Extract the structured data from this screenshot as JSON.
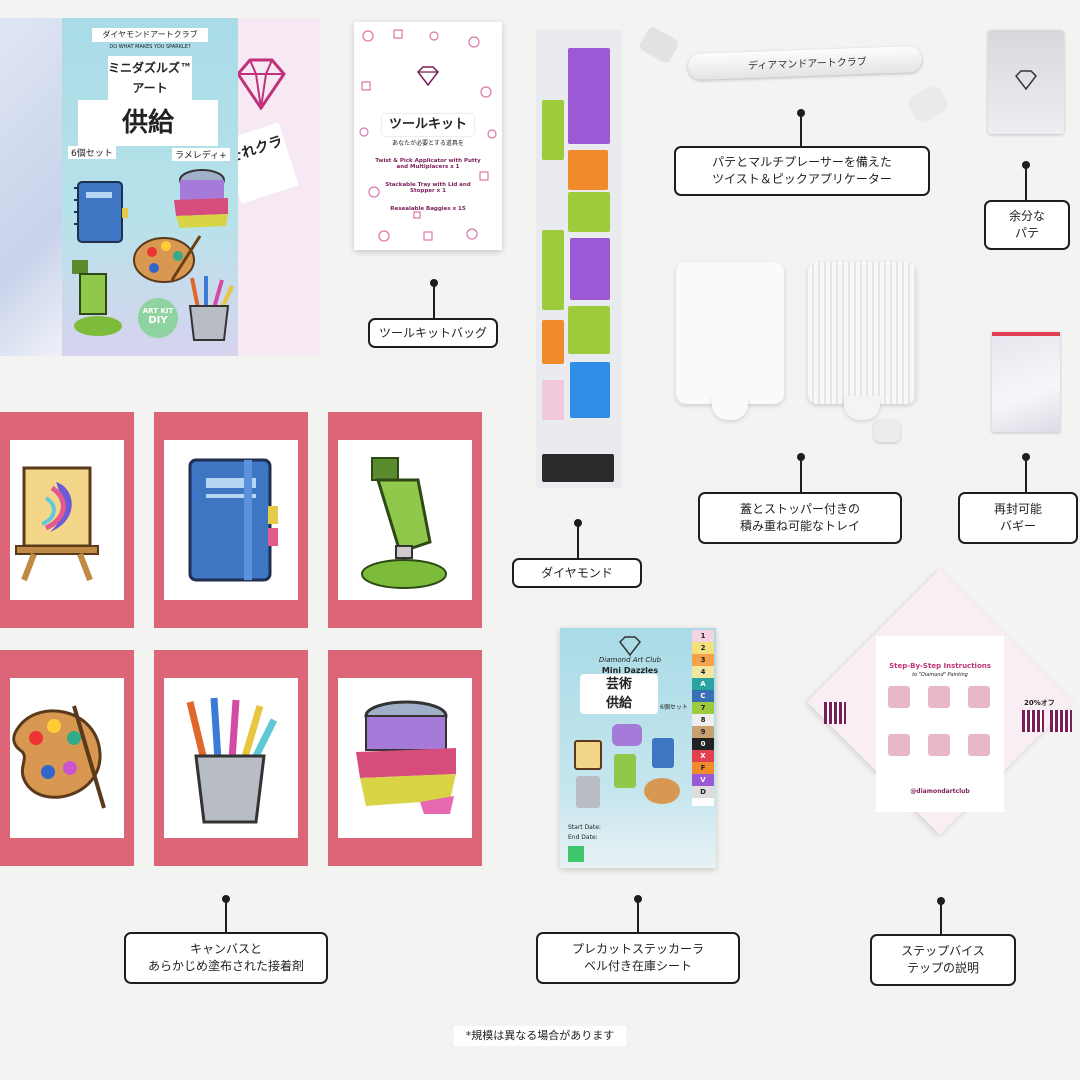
{
  "box": {
    "brand": "ダイヤモンドアートクラブ",
    "tagline": "DO WHAT MAKES YOU SPARKLE?",
    "series": "ミニダズルズ™アート",
    "title": "供給",
    "count": "6個セット",
    "variant": "ラメレディ+",
    "side_text": "それクラ",
    "badge_line1": "ART KIT",
    "badge_line2": "DIY"
  },
  "toolkit_card": {
    "title": "ツールキット",
    "subtitle": "あなたが必要とする道具を",
    "line1": "Twist & Pick Applicator with Putty and Multiplacers x 1",
    "line2": "Stackable Tray with Lid and Stopper x 1",
    "line3": "Resealable Baggies x 15"
  },
  "pen": {
    "brand": "ディアマンドアートクラブ"
  },
  "callouts": {
    "toolkit_bag": "ツールキットバッグ",
    "applicator_1": "パテとマルチプレーサーを備えた",
    "applicator_2": "ツイスト＆ピックアプリケーター",
    "putty_1": "余分な",
    "putty_2": "パテ",
    "diamonds": "ダイヤモンド",
    "tray_1": "蓋とストッパー付きの",
    "tray_2": "積み重ね可能なトレイ",
    "baggie_1": "再封可能",
    "baggie_2": "バギー",
    "canvas_1": "キャンバスと",
    "canvas_2": "あらかじめ塗布された接着剤",
    "sticker_1": "プレカットステッカーラ",
    "sticker_2": "ベル付き在庫シート",
    "steps_1": "ステップバイス",
    "steps_2": "テップの説明"
  },
  "inventory_sheet": {
    "brand": "Diamond Art Club",
    "product": "Mini Dazzles",
    "title_1": "芸術",
    "title_2": "供給",
    "count": "6個セット",
    "start_date": "Start Date:",
    "end_date": "End Date:",
    "codes": [
      "1",
      "2",
      "3",
      "4",
      "A",
      "C",
      "7",
      "8",
      "9",
      "0",
      "X",
      "F",
      "V",
      "D"
    ]
  },
  "instructions": {
    "heading": "Step-By-Step Instructions",
    "subheading": "to \"Diamond\" Painting",
    "discount": "20%オフ",
    "website": "@diamondartclub"
  },
  "footnote": "*規模は異なる場合があります",
  "colors": {
    "card_pink": "#dc6677",
    "label_border": "#1e1e1e",
    "box_blue": "#a9dbe7",
    "diamond_purple": "#9b59d6",
    "diamond_green": "#9ccc3c",
    "diamond_orange": "#f08a2a",
    "diamond_blue": "#2f8fe8"
  },
  "icons": [
    "diamond-logo-icon",
    "notebook-icon",
    "tape-icon",
    "paint-tube-icon",
    "palette-icon",
    "pencil-cup-icon",
    "easel-icon",
    "qr-code-icon"
  ]
}
